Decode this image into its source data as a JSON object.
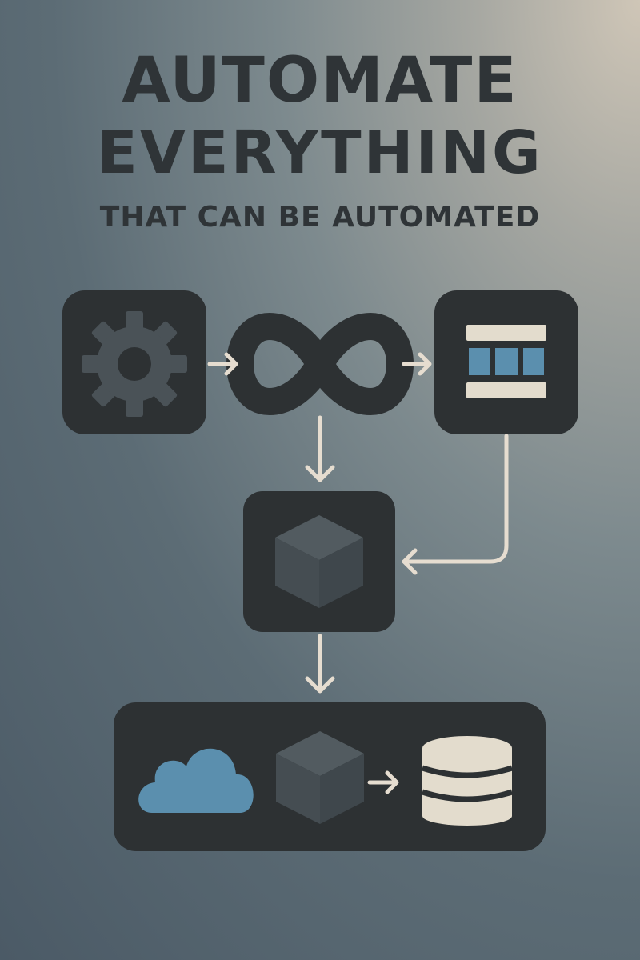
{
  "headline": {
    "line1": "AUTOMATE",
    "line2": "EVERYTHING",
    "line3": "THAT CAN BE AUTOMATED"
  },
  "colors": {
    "box": "#2d3133",
    "icon": "#4a5257",
    "arrow": "#e6ddd0",
    "accent_blue": "#5b8fae",
    "cream": "#e3dccd",
    "text": "#2f3437"
  },
  "nodes": [
    {
      "name": "gear-icon",
      "label": ""
    },
    {
      "name": "infinity-icon",
      "label": ""
    },
    {
      "name": "dashboard-icon",
      "label": ""
    },
    {
      "name": "package-cube-icon",
      "label": ""
    },
    {
      "name": "cloud-icon",
      "label": ""
    },
    {
      "name": "container-cube-icon",
      "label": ""
    },
    {
      "name": "database-icon",
      "label": ""
    }
  ]
}
